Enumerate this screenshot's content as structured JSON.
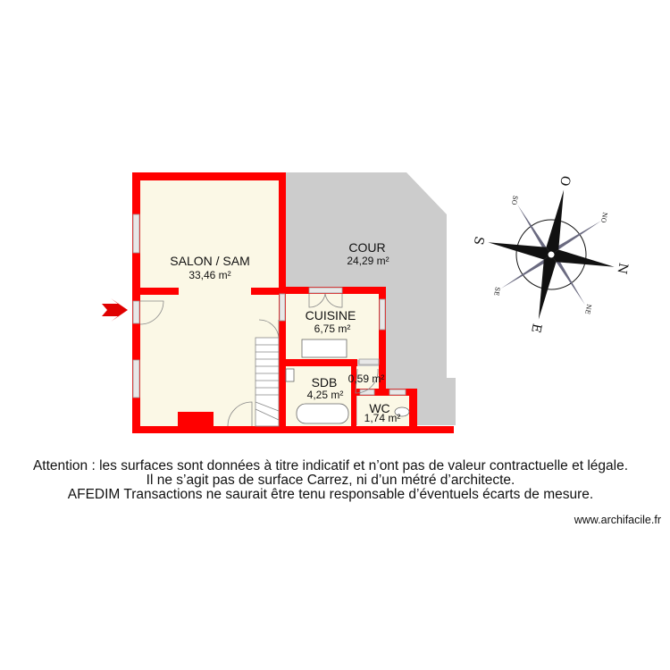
{
  "rooms": [
    {
      "name": "SALON / SAM",
      "area": "33,46 m²"
    },
    {
      "name": "COUR",
      "area": "24,29 m²"
    },
    {
      "name": "CUISINE",
      "area": "6,75 m²"
    },
    {
      "name": "SDB",
      "area": "4,25 m²"
    },
    {
      "name": "",
      "area": "0,59 m²"
    },
    {
      "name": "WC",
      "area": "1,74 m²"
    }
  ],
  "compass": {
    "n": "N",
    "s": "S",
    "e": "E",
    "o": "O",
    "ne": "NE",
    "no": "NO",
    "se": "SE",
    "so": "SO"
  },
  "colors": {
    "wall": "#ff0000",
    "room": "#fbf8e6",
    "outdoor": "#cccccc",
    "entrance_arrow": "#e00000"
  },
  "disclaimer": [
    "Attention : les surfaces sont données à titre indicatif et n’ont pas de valeur contractuelle et légale.",
    "Il ne s’agit pas de surface Carrez, ni d’un métré d’architecte.",
    "AFEDIM Transactions ne saurait être tenu responsable d’éventuels écarts de mesure."
  ],
  "website": "www.archifacile.fr"
}
